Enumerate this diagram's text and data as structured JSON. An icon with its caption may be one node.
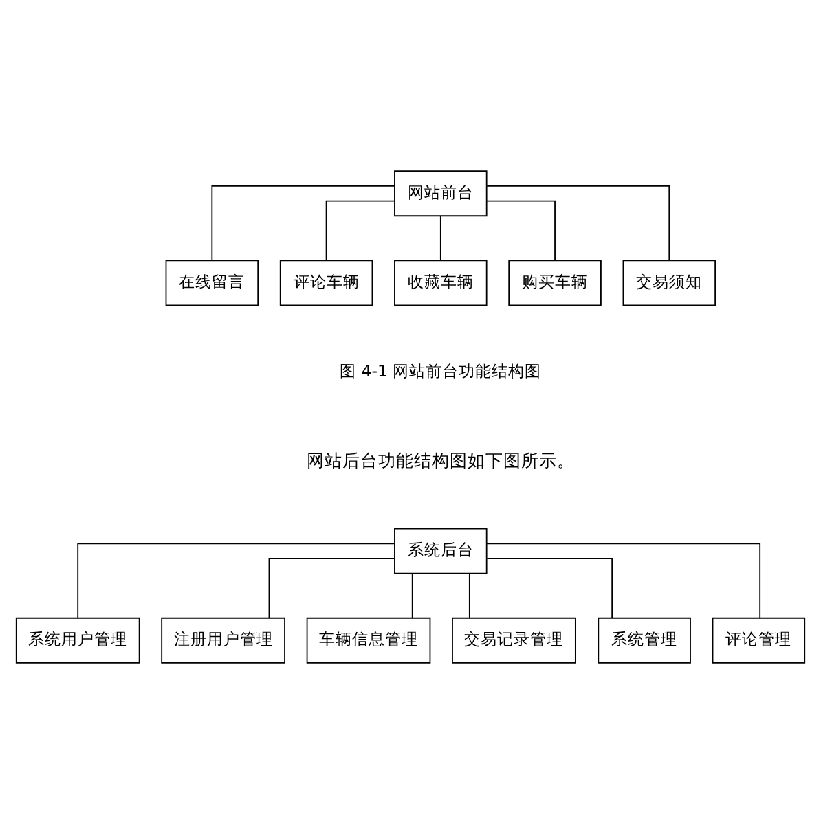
{
  "diagram": {
    "nodes": [
      {
        "text": [
          "网站前台"
        ]
      },
      {
        "text": [
          "在线留言"
        ]
      },
      {
        "text": [
          "评论车辆"
        ]
      },
      {
        "text": [
          "收藏车辆"
        ]
      },
      {
        "text": [
          "购买车辆"
        ]
      },
      {
        "text": [
          "交易须知"
        ]
      },
      {
        "text": [
          "系统后台"
        ]
      },
      {
        "text": [
          "系统用户管理"
        ]
      },
      {
        "text": [
          "注册用户管理"
        ]
      },
      {
        "text": [
          "车辆信息管理"
        ]
      },
      {
        "text": [
          "交易记录管理"
        ]
      },
      {
        "text": [
          "系统管理"
        ]
      },
      {
        "text": [
          "评论管理"
        ]
      }
    ],
    "edges": [
      {
        "from": 0,
        "to": 1,
        "arrow": "none"
      },
      {
        "from": 0,
        "to": 2,
        "arrow": "none"
      },
      {
        "from": 0,
        "to": 3,
        "arrow": "none"
      },
      {
        "from": 0,
        "to": 4,
        "arrow": "none"
      },
      {
        "from": 0,
        "to": 5,
        "arrow": "none"
      },
      {
        "from": 6,
        "to": 7,
        "arrow": "none"
      },
      {
        "from": 6,
        "to": 8,
        "arrow": "none"
      },
      {
        "from": 6,
        "to": 9,
        "arrow": "none"
      },
      {
        "from": 6,
        "to": 10,
        "arrow": "none"
      },
      {
        "from": 6,
        "to": 11,
        "arrow": "none"
      },
      {
        "from": 6,
        "to": 12,
        "arrow": "none"
      }
    ],
    "labels": [
      "图 4-1 网站前台功能结构图",
      "网站后台功能结构图如下图所示。"
    ]
  }
}
